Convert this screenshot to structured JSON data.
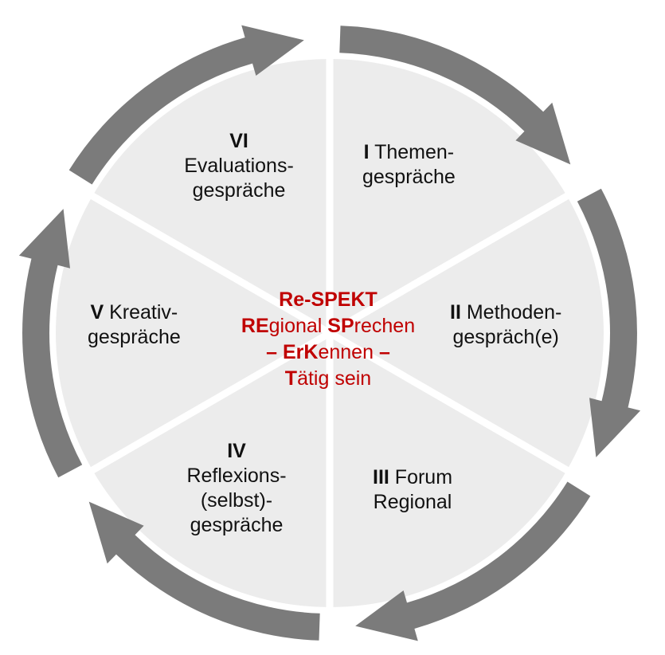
{
  "colors": {
    "segment_fill": "#ececec",
    "segment_divider": "#ffffff",
    "arrow": "#7b7b7b",
    "label_text": "#111111",
    "center_text": "#c00000"
  },
  "segments": [
    {
      "id": "I",
      "numeral": "I",
      "lines": [
        "Themen-",
        "gespräche"
      ]
    },
    {
      "id": "II",
      "numeral": "II",
      "lines": [
        "Methoden-",
        "gespräch(e)"
      ]
    },
    {
      "id": "III",
      "numeral": "III",
      "lines": [
        "Forum",
        "Regional"
      ]
    },
    {
      "id": "IV",
      "numeral": "IV",
      "lines": [
        "Reflexions-",
        "(selbst)-",
        "gespräche"
      ]
    },
    {
      "id": "V",
      "numeral": "V",
      "lines": [
        "Kreativ-",
        "gespräche"
      ]
    },
    {
      "id": "VI",
      "numeral": "VI",
      "lines": [
        "Evaluations-",
        "gespräche"
      ]
    }
  ],
  "center": {
    "title": "Re-SPEKT",
    "line2": [
      {
        "text": "RE",
        "bold": true
      },
      {
        "text": "gional ",
        "bold": false
      },
      {
        "text": "SP",
        "bold": true
      },
      {
        "text": "rechen",
        "bold": false
      }
    ],
    "line3": [
      {
        "text": "– ",
        "bold": true
      },
      {
        "text": "ErK",
        "bold": true
      },
      {
        "text": "ennen",
        "bold": false
      },
      {
        "text": " –",
        "bold": true
      }
    ],
    "line4": [
      {
        "text": "T",
        "bold": true
      },
      {
        "text": "ätig sein",
        "bold": false
      }
    ]
  }
}
